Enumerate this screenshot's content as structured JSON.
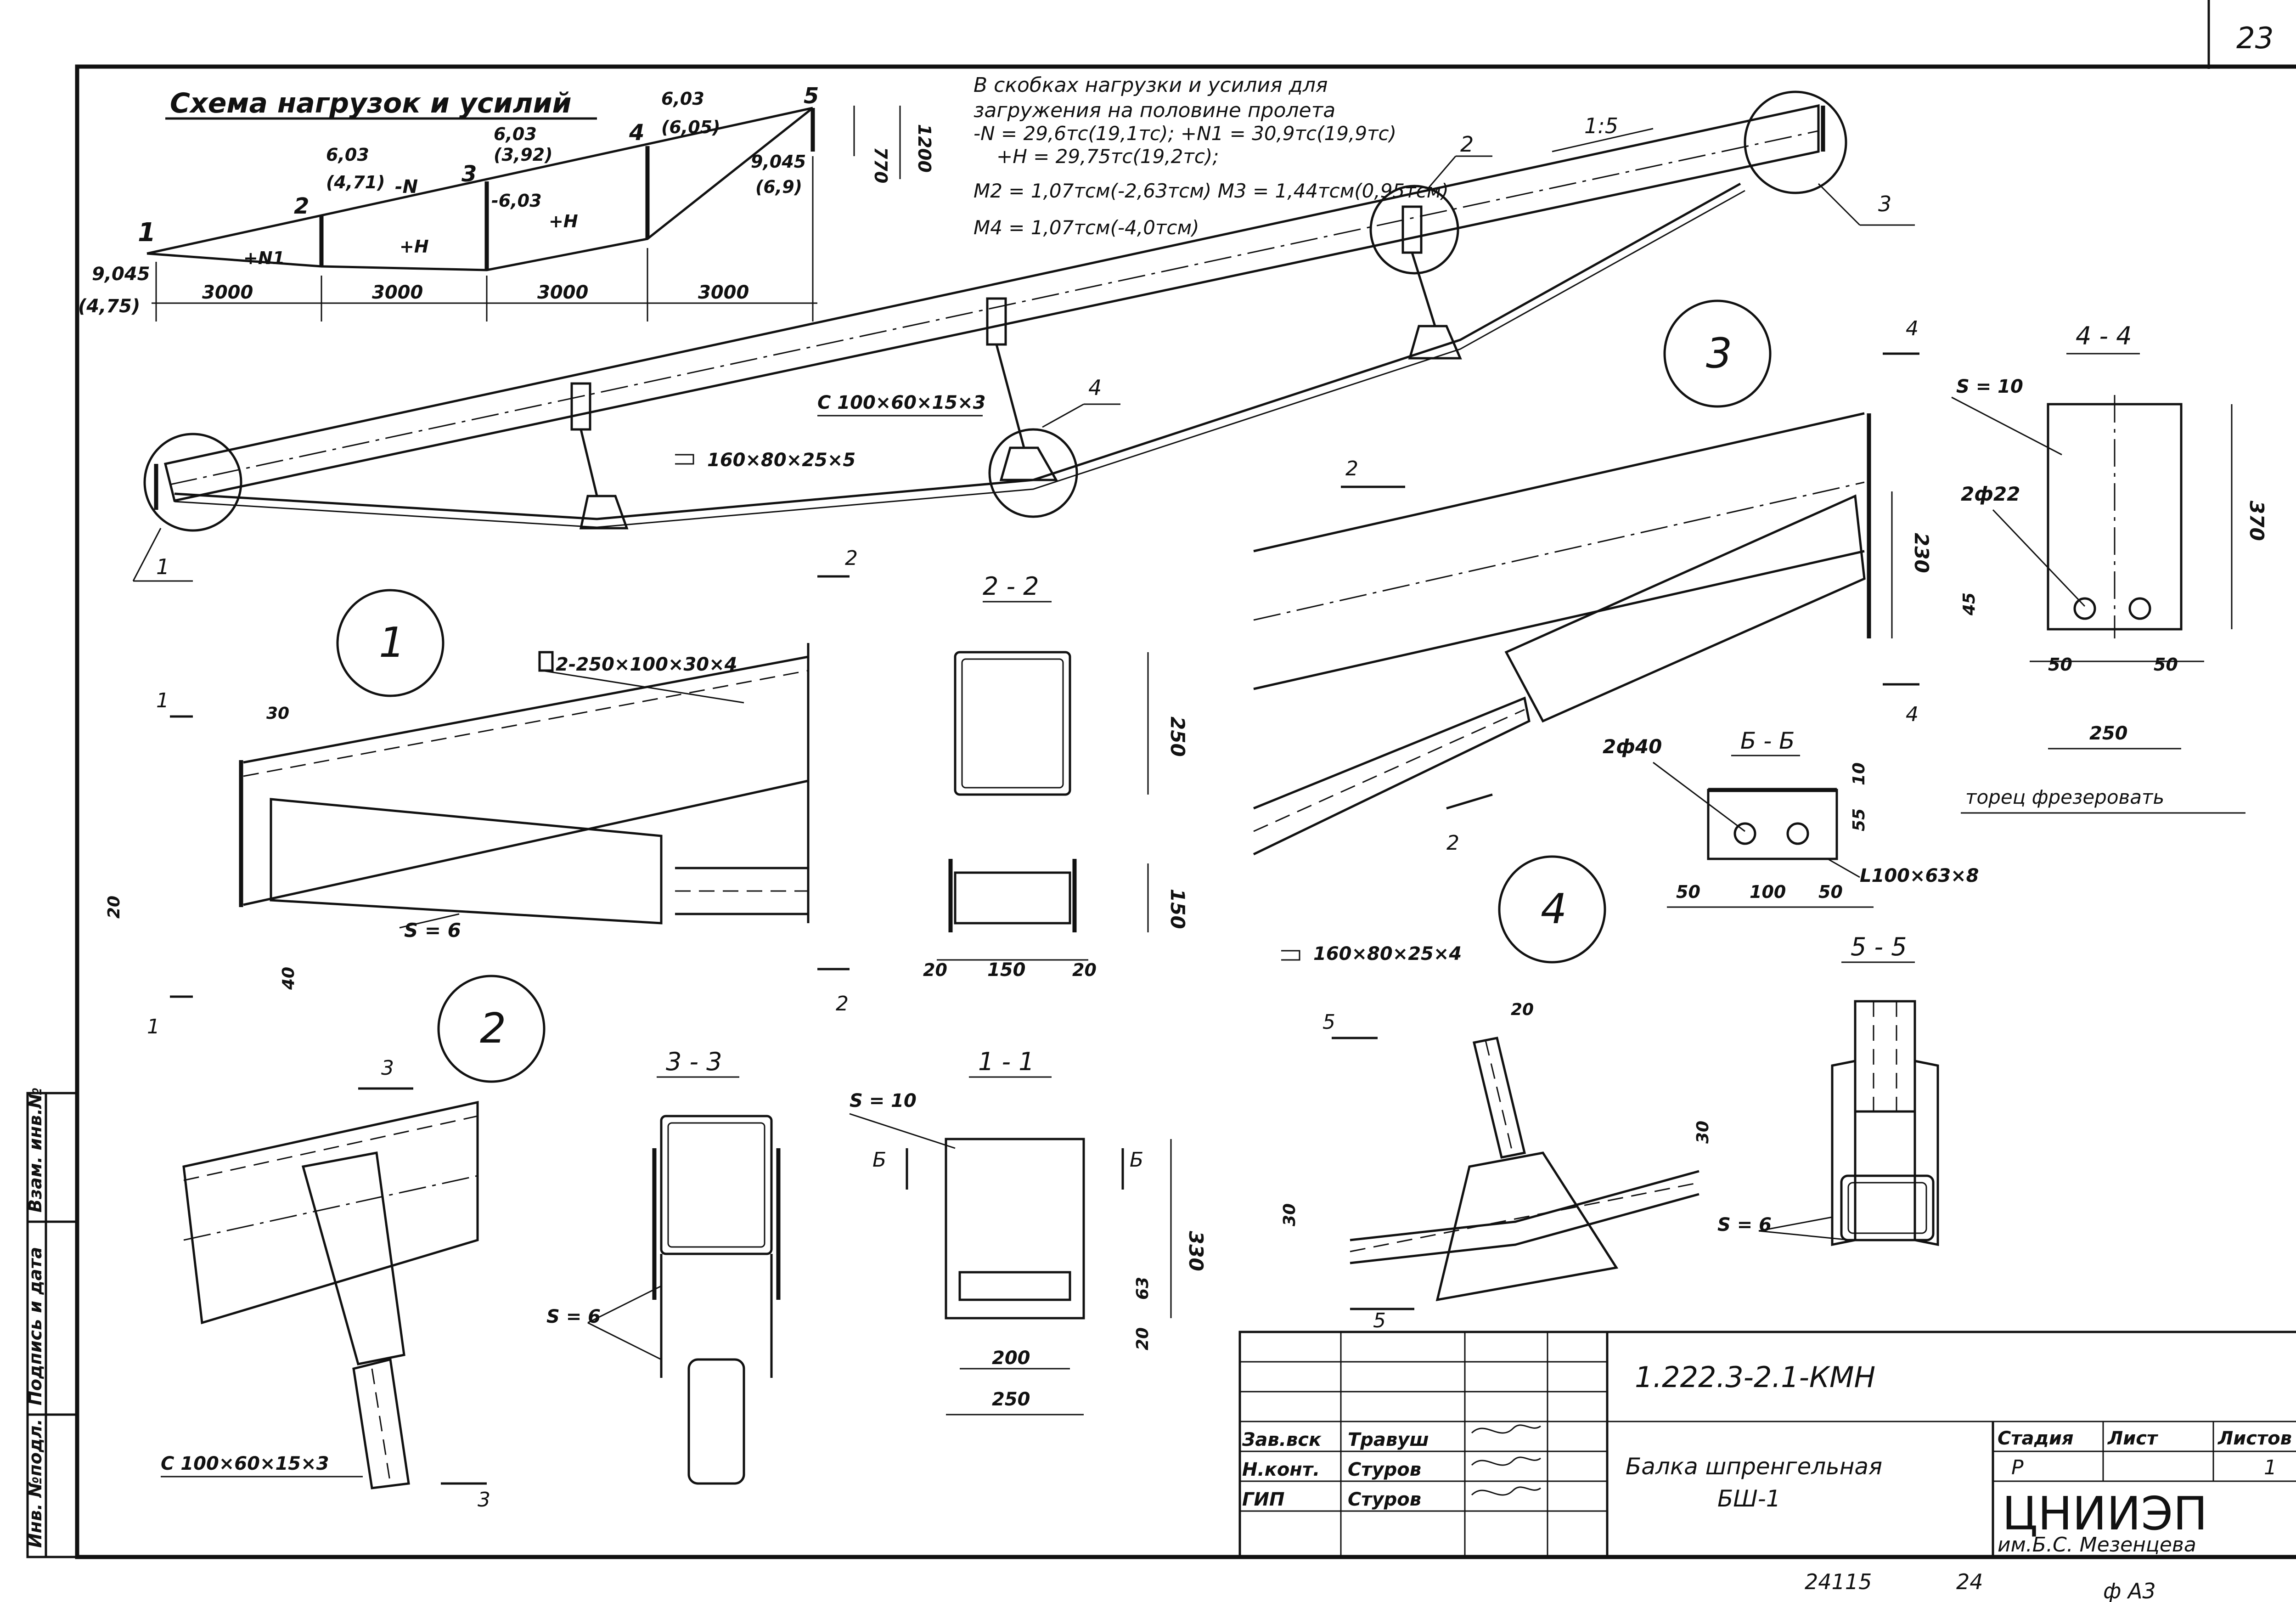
{
  "sheet": {
    "page_number": "23",
    "doc_code": "1.222.3-2.1-КМН",
    "inv_number": "24115",
    "copy_number": "24",
    "format": "ф А3"
  },
  "load_scheme": {
    "title": "Схема нагрузок и усилий",
    "notes_line1": "В скобках нагрузки и усилия для",
    "notes_line2": "загружения на половине пролета",
    "notes_line3": "-N = 29,6тс(19,1тс); +N1 = 30,9тс(19,9тс)",
    "notes_line4": "+H = 29,75тс(19,2тс);",
    "notes_line5": "M2 = 1,07тсм(-2,63тсм) M3 = 1,44тсм(0,95тсм)",
    "notes_line6": "M4 = 1,07тсм(-4,0тсм)",
    "node_1": "1",
    "node_2": "2",
    "node_3": "3",
    "node_4": "4",
    "node_5": "5",
    "load_1": "9,045",
    "load_1b": "(4,75)",
    "load_2": "6,03",
    "load_2b": "(4,71)",
    "load_3": "6,03",
    "load_3b": "(3,92)",
    "load_4": "6,03",
    "load_4b": "(6,05)",
    "load_5": "9,045",
    "load_5b": "(6,9)",
    "force_n1": "+N1",
    "force_n": "-N",
    "force_h": "+H",
    "force_h2": "+H",
    "force_m": "-6,03",
    "dim_1": "3000",
    "dim_2": "3000",
    "dim_3": "3000",
    "dim_4": "3000",
    "dim_h1": "770",
    "dim_h2": "1200"
  },
  "main_view": {
    "slope": "1:5",
    "strut_profile": "С 100×60×15×3",
    "tie_profile": "160×80×25×5",
    "callout_1": "1",
    "callout_2": "2",
    "callout_3": "3",
    "callout_4": "4"
  },
  "node1": {
    "circle": "1",
    "beam_profile": "2-250×100×30×4",
    "plate": "S = 6",
    "dim_30": "30",
    "dim_20": "20",
    "dim_40": "40",
    "cut_1": "1",
    "cut_1b": "1",
    "cut_2": "2",
    "cut_2b": "2"
  },
  "section_22": {
    "title": "2 - 2",
    "dim_250": "250",
    "dim_150h": "150",
    "dim_20a": "20",
    "dim_150": "150",
    "dim_20b": "20"
  },
  "node3": {
    "circle": "3",
    "dim_230": "230",
    "tie_profile": "160×80×25×4",
    "cut_4": "4",
    "cut_4b": "4",
    "cut_2": "2",
    "cut_2b": "2"
  },
  "section_44": {
    "title": "4 - 4",
    "plate": "S = 10",
    "holes": "2ф22",
    "dim_370": "370",
    "dim_45": "45",
    "dim_50a": "50",
    "dim_50b": "50",
    "dim_250": "250",
    "note": "торец фрезеровать"
  },
  "section_bb": {
    "title": "Б - Б",
    "holes": "2ф40",
    "angle": "L100×63×8",
    "dim_10": "10",
    "dim_55": "55",
    "dim_50a": "50",
    "dim_100": "100",
    "dim_50b": "50"
  },
  "node2": {
    "circle": "2",
    "strut_profile": "С 100×60×15×3",
    "cut_3": "3",
    "cut_3b": "3"
  },
  "section_33": {
    "title": "3 - 3",
    "plate": "S = 6"
  },
  "section_11": {
    "title": "1 - 1",
    "plate": "S = 10",
    "cut_b": "Б",
    "cut_b2": "Б",
    "dim_330": "330",
    "dim_63": "63",
    "dim_20": "20",
    "dim_200": "200",
    "dim_250": "250"
  },
  "node4": {
    "circle": "4",
    "dim_20": "20",
    "dim_30a": "30",
    "dim_30b": "30",
    "cut_5": "5",
    "cut_5b": "5"
  },
  "section_55": {
    "title": "5 - 5",
    "plate": "S = 6"
  },
  "side_stamp": {
    "col_1": "Инв. №подл.",
    "col_2": "Подпись и дата",
    "col_3": "Взам. инв.№"
  },
  "title_block": {
    "code": "1.222.3-2.1-КМН",
    "role_1": "Зав.вск",
    "name_1": "Травуш",
    "role_2": "Н.конт.",
    "name_2": "Стуров",
    "role_3": "ГИП",
    "name_3": "Стуров",
    "object_line1": "Балка шпренгельная",
    "object_line2": "БШ-1",
    "stage_label": "Стадия",
    "sheet_label": "Лист",
    "sheets_label": "Листов",
    "stage": "Р",
    "sheet": "",
    "sheets": "1",
    "org_name": "ЦНИИЭП",
    "org_sub": "им.Б.С. Мезенцева"
  }
}
